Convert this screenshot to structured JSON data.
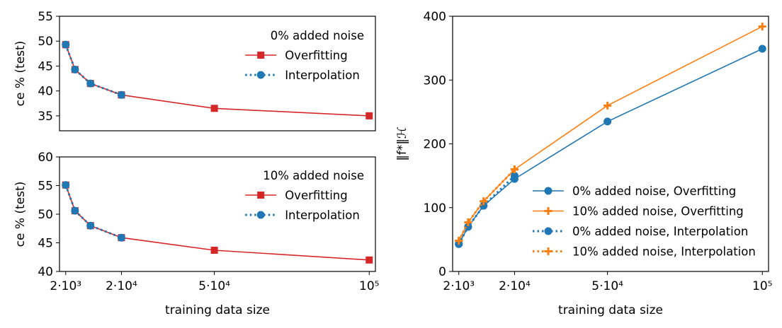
{
  "colors": {
    "red": "#d62728",
    "blue": "#1f77b4",
    "orange": "#ff7f0e"
  },
  "chart_data": [
    {
      "type": "line",
      "panel": "top-left",
      "xlabel": "",
      "ylabel": "ce % (test)",
      "xlim": [
        0,
        102000
      ],
      "ylim": [
        32,
        55
      ],
      "yticks": [
        35,
        40,
        45,
        50,
        55
      ],
      "xticks": [],
      "legend_title": "0% added noise",
      "legend_position": "upper-right",
      "series": [
        {
          "name": "Overfitting",
          "color": "red",
          "marker": "square",
          "dash": "solid",
          "x": [
            2000,
            5000,
            10000,
            20000,
            50000,
            100000
          ],
          "y": [
            49.3,
            44.3,
            41.5,
            39.2,
            36.5,
            35.0
          ]
        },
        {
          "name": "Interpolation",
          "color": "blue",
          "marker": "circle",
          "dash": "dotted",
          "x": [
            2000,
            5000,
            10000,
            20000
          ],
          "y": [
            49.3,
            44.3,
            41.5,
            39.2
          ]
        }
      ]
    },
    {
      "type": "line",
      "panel": "bottom-left",
      "xlabel": "training data size",
      "ylabel": "ce % (test)",
      "xlim": [
        0,
        102000
      ],
      "ylim": [
        40,
        60
      ],
      "yticks": [
        40,
        45,
        50,
        55,
        60
      ],
      "xticks": [
        {
          "value": 2000,
          "label": "2·10³"
        },
        {
          "value": 20000,
          "label": "2·10⁴"
        },
        {
          "value": 50000,
          "label": "5·10⁴"
        },
        {
          "value": 100000,
          "label": "10⁵"
        }
      ],
      "legend_title": "10% added noise",
      "legend_position": "upper-right",
      "series": [
        {
          "name": "Overfitting",
          "color": "red",
          "marker": "square",
          "dash": "solid",
          "x": [
            2000,
            5000,
            10000,
            20000,
            50000,
            100000
          ],
          "y": [
            55.1,
            50.6,
            48.0,
            45.9,
            43.7,
            42.0
          ]
        },
        {
          "name": "Interpolation",
          "color": "blue",
          "marker": "circle",
          "dash": "dotted",
          "x": [
            2000,
            5000,
            10000,
            20000
          ],
          "y": [
            55.1,
            50.6,
            48.0,
            45.9
          ]
        }
      ]
    },
    {
      "type": "line",
      "panel": "right",
      "xlabel": "training data size",
      "ylabel": "‖f*‖ℋ",
      "xlim": [
        0,
        102000
      ],
      "ylim": [
        0,
        400
      ],
      "yticks": [
        0,
        100,
        200,
        300,
        400
      ],
      "xticks": [
        {
          "value": 2000,
          "label": "2·10³"
        },
        {
          "value": 20000,
          "label": "2·10⁴"
        },
        {
          "value": 50000,
          "label": "5·10⁴"
        },
        {
          "value": 100000,
          "label": "10⁵"
        }
      ],
      "legend_title": "",
      "legend_position": "lower-right",
      "series": [
        {
          "name": "0% added noise, Overfitting",
          "color": "blue",
          "marker": "circle",
          "dash": "solid",
          "x": [
            2000,
            5000,
            10000,
            20000,
            50000,
            100000
          ],
          "y": [
            43,
            70,
            103,
            145,
            235,
            349
          ]
        },
        {
          "name": "10% added noise, Overfitting",
          "color": "orange",
          "marker": "plus",
          "dash": "solid",
          "x": [
            2000,
            5000,
            10000,
            20000,
            50000,
            100000
          ],
          "y": [
            48,
            77,
            110,
            160,
            260,
            384
          ]
        },
        {
          "name": "0% added noise, Interpolation",
          "color": "blue",
          "marker": "circle",
          "dash": "dotted",
          "x": [
            2000,
            5000,
            10000,
            20000
          ],
          "y": [
            43,
            70,
            103,
            150
          ]
        },
        {
          "name": "10% added noise, Interpolation",
          "color": "orange",
          "marker": "plus",
          "dash": "dotted",
          "x": [
            2000,
            5000,
            10000,
            20000
          ],
          "y": [
            48,
            77,
            110,
            160
          ]
        }
      ]
    }
  ]
}
